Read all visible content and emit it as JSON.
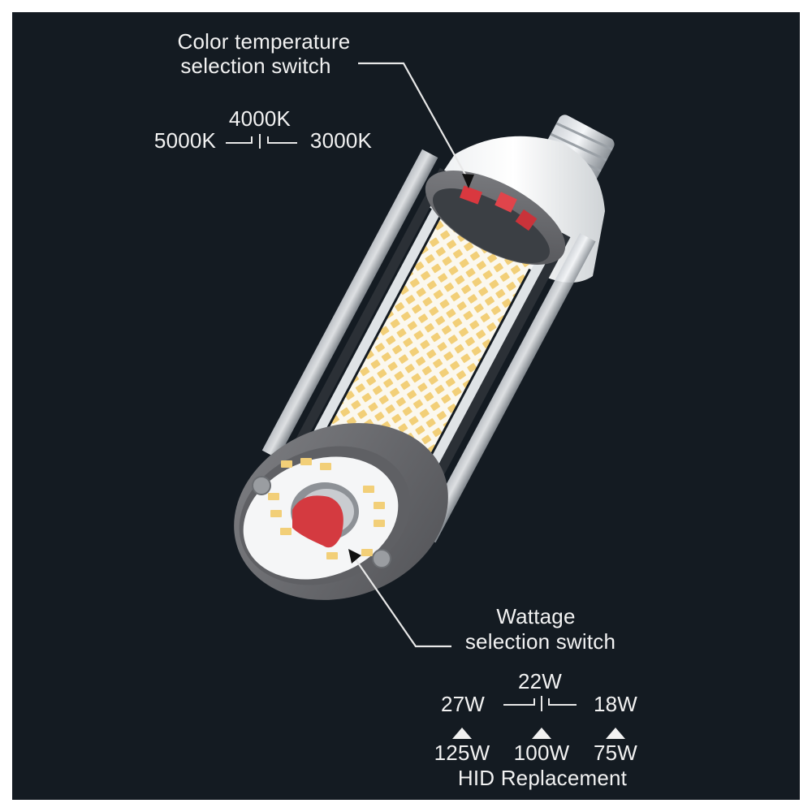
{
  "colors": {
    "background": "#141b22",
    "frame": "#ffffff",
    "text": "#f2f2f2",
    "switch_red": "#d9383f",
    "housing_gray": "#6f6f72",
    "led_yellow": "#f3d27a"
  },
  "color_temperature": {
    "title_line1": "Color temperature",
    "title_line2": "selection switch",
    "options": {
      "left": "5000K",
      "center": "4000K",
      "right": "3000K"
    },
    "ring_labels": [
      "3000K",
      "4000K",
      "5000K"
    ]
  },
  "wattage": {
    "title_line1": "Wattage",
    "title_line2": "selection switch",
    "options": {
      "left": "27W",
      "center": "22W",
      "right": "18W"
    },
    "hid_equivalents": {
      "left": "125W",
      "center": "100W",
      "right": "75W"
    },
    "hid_label": "HID Replacement"
  }
}
